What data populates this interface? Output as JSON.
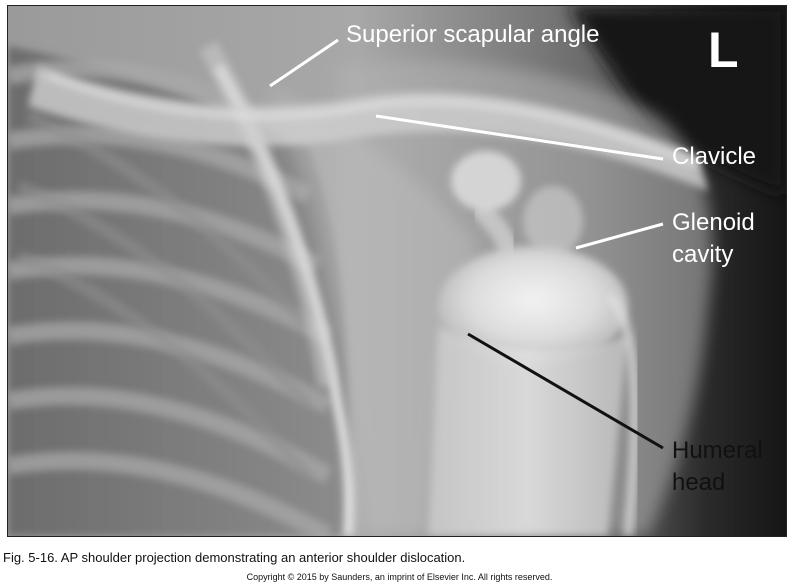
{
  "figure": {
    "side_marker": "L",
    "labels": {
      "superior_scapular_angle": "Superior scapular angle",
      "clavicle": "Clavicle",
      "glenoid_line1": "Glenoid",
      "glenoid_line2": "cavity",
      "humeral_line1": "Humeral",
      "humeral_line2": "head"
    },
    "colors": {
      "label_white": "#ffffff",
      "label_dark": "#111111",
      "background_dark": "#111111"
    }
  },
  "caption": "Fig. 5-16. AP shoulder projection demonstrating an anterior shoulder dislocation.",
  "copyright": "Copyright © 2015 by Saunders, an imprint of Elsevier Inc. All rights reserved."
}
